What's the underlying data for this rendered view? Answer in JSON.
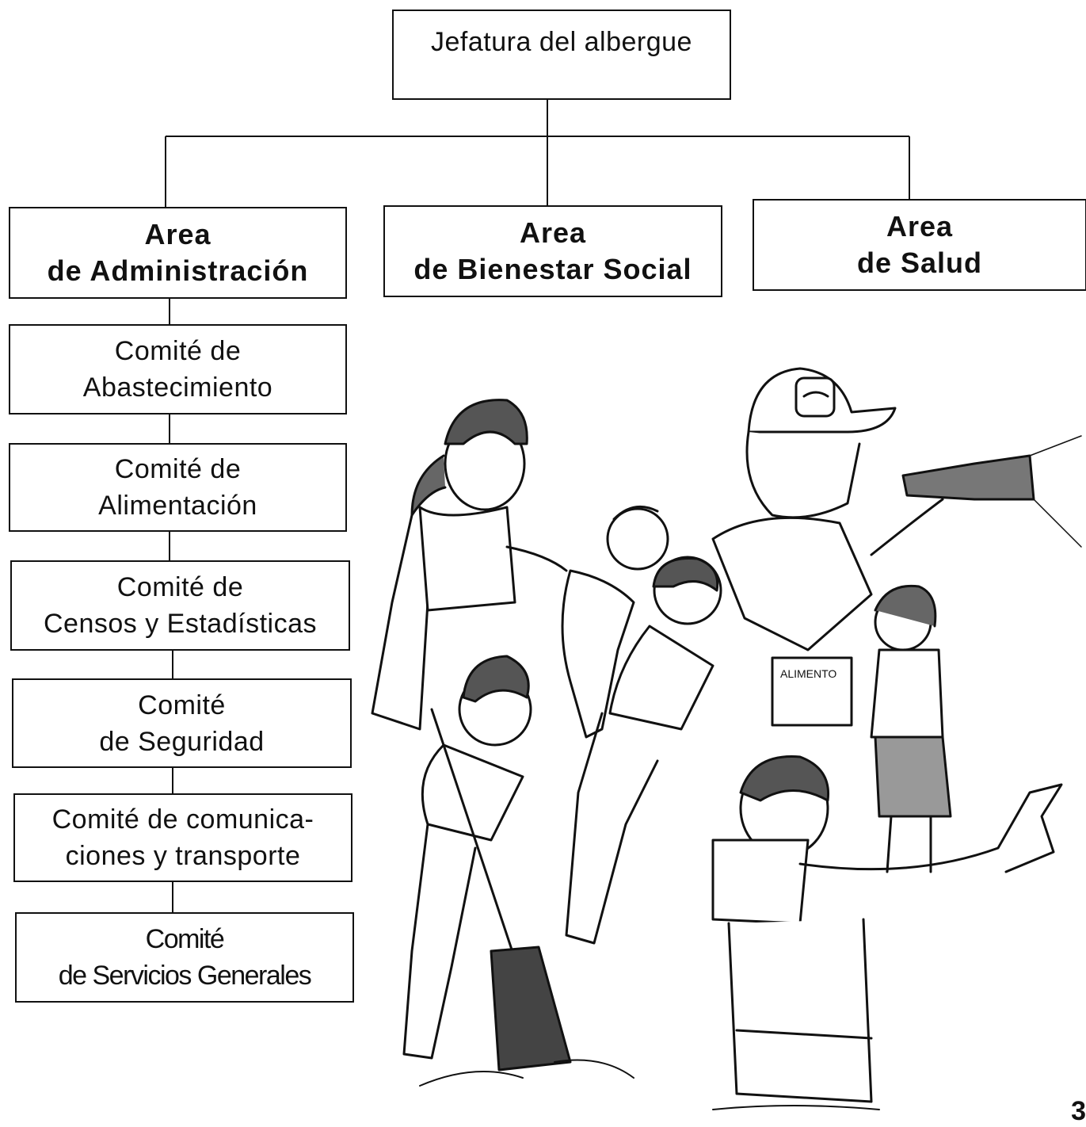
{
  "root": {
    "label": "Jefatura del albergue"
  },
  "areas": [
    {
      "line1": "Area",
      "line2": "de Administración"
    },
    {
      "line1": "Area",
      "line2": "de Bienestar Social"
    },
    {
      "line1": "Area",
      "line2": "de Salud"
    }
  ],
  "committees": [
    {
      "line1": "Comité de",
      "line2": "Abastecimiento"
    },
    {
      "line1": "Comité de",
      "line2": "Alimentación"
    },
    {
      "line1": "Comité de",
      "line2": "Censos y Estadísticas"
    },
    {
      "line1": "Comité",
      "line2": "de Seguridad"
    },
    {
      "line1": "Comité  de comunica-",
      "line2": "ciones y transporte"
    },
    {
      "line1": "Comité",
      "line2": "de Servicios Generales"
    }
  ],
  "illustration": {
    "box_text": "ALIMENTO"
  },
  "page_number": "3"
}
